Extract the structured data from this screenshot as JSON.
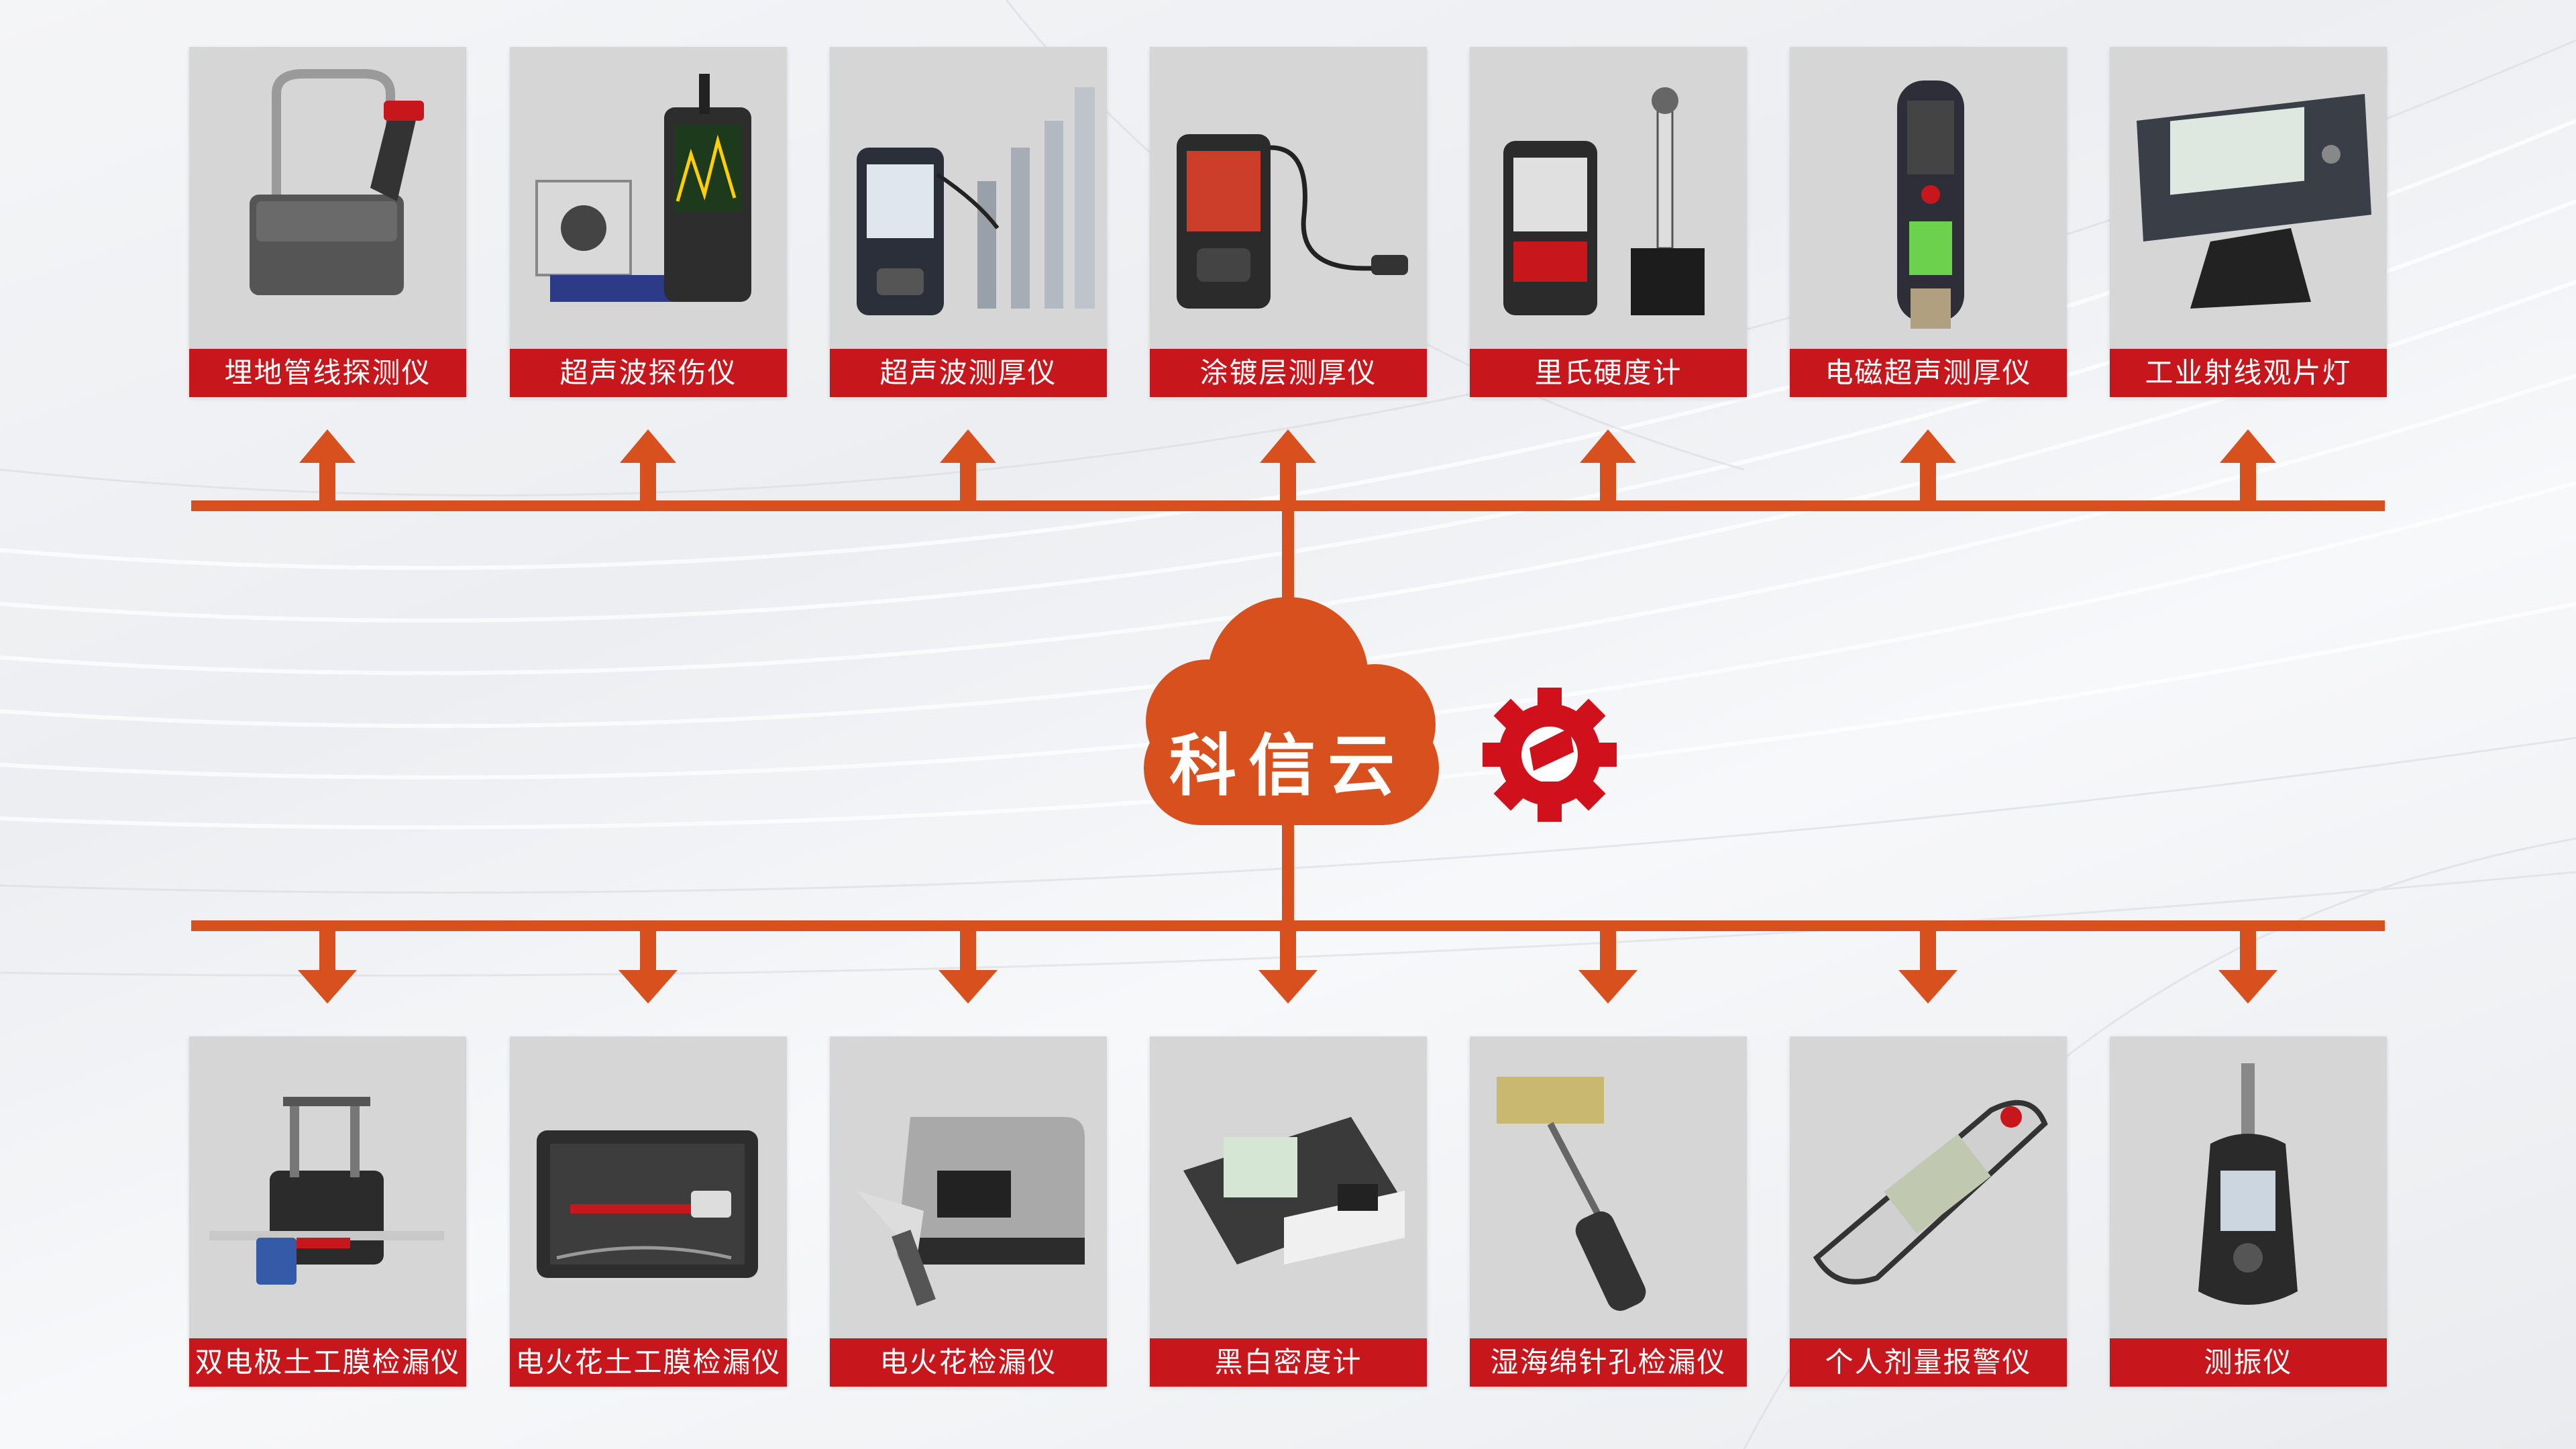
{
  "center": {
    "label": "科信云"
  },
  "colors": {
    "accent": "#d9501f",
    "label_bg": "#c8161d",
    "card_bg": "#d6d6d6"
  },
  "top_devices": [
    {
      "label": "埋地管线探测仪",
      "icon": "pipeline-locator-icon"
    },
    {
      "label": "超声波探伤仪",
      "icon": "ultrasonic-flaw-detector-icon"
    },
    {
      "label": "超声波测厚仪",
      "icon": "ultrasonic-thickness-gauge-icon"
    },
    {
      "label": "涂镀层测厚仪",
      "icon": "coating-thickness-gauge-icon"
    },
    {
      "label": "里氏硬度计",
      "icon": "leeb-hardness-tester-icon"
    },
    {
      "label": "电磁超声测厚仪",
      "icon": "emat-thickness-gauge-icon"
    },
    {
      "label": "工业射线观片灯",
      "icon": "film-viewer-icon"
    }
  ],
  "bottom_devices": [
    {
      "label": "双电极土工膜检漏仪",
      "icon": "dual-electrode-leak-detector-icon"
    },
    {
      "label": "电火花土工膜检漏仪",
      "icon": "spark-geomembrane-detector-icon"
    },
    {
      "label": "电火花检漏仪",
      "icon": "spark-leak-detector-icon"
    },
    {
      "label": "黑白密度计",
      "icon": "densitometer-icon"
    },
    {
      "label": "湿海绵针孔检漏仪",
      "icon": "wet-sponge-detector-icon"
    },
    {
      "label": "个人剂量报警仪",
      "icon": "dosimeter-icon"
    },
    {
      "label": "测振仪",
      "icon": "vibration-meter-icon"
    }
  ]
}
